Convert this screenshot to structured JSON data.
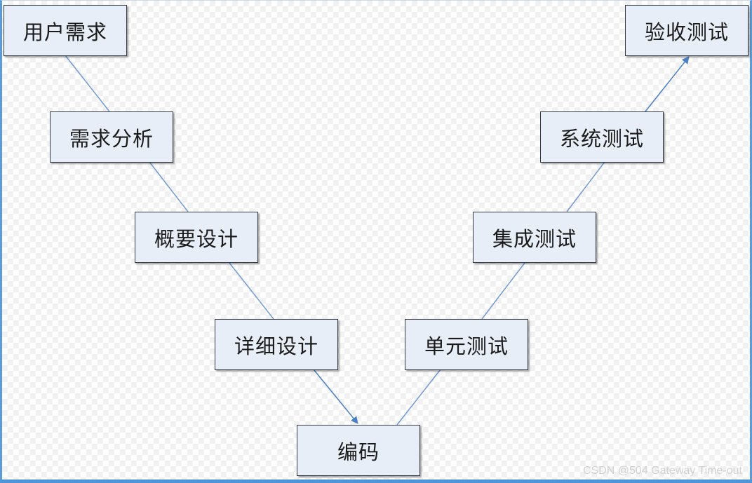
{
  "nodes": {
    "user_requirements": "用户需求",
    "requirements_analysis": "需求分析",
    "outline_design": "概要设计",
    "detailed_design": "详细设计",
    "coding": "编码",
    "unit_test": "单元测试",
    "integration_test": "集成测试",
    "system_test": "系统测试",
    "acceptance_test": "验收测试"
  },
  "colors": {
    "connector": "#4a7fc6",
    "node_fill": "#e8eef7",
    "frame_border": "#5b9bd5"
  },
  "watermark": "CSDN @504 Gateway Time-out"
}
